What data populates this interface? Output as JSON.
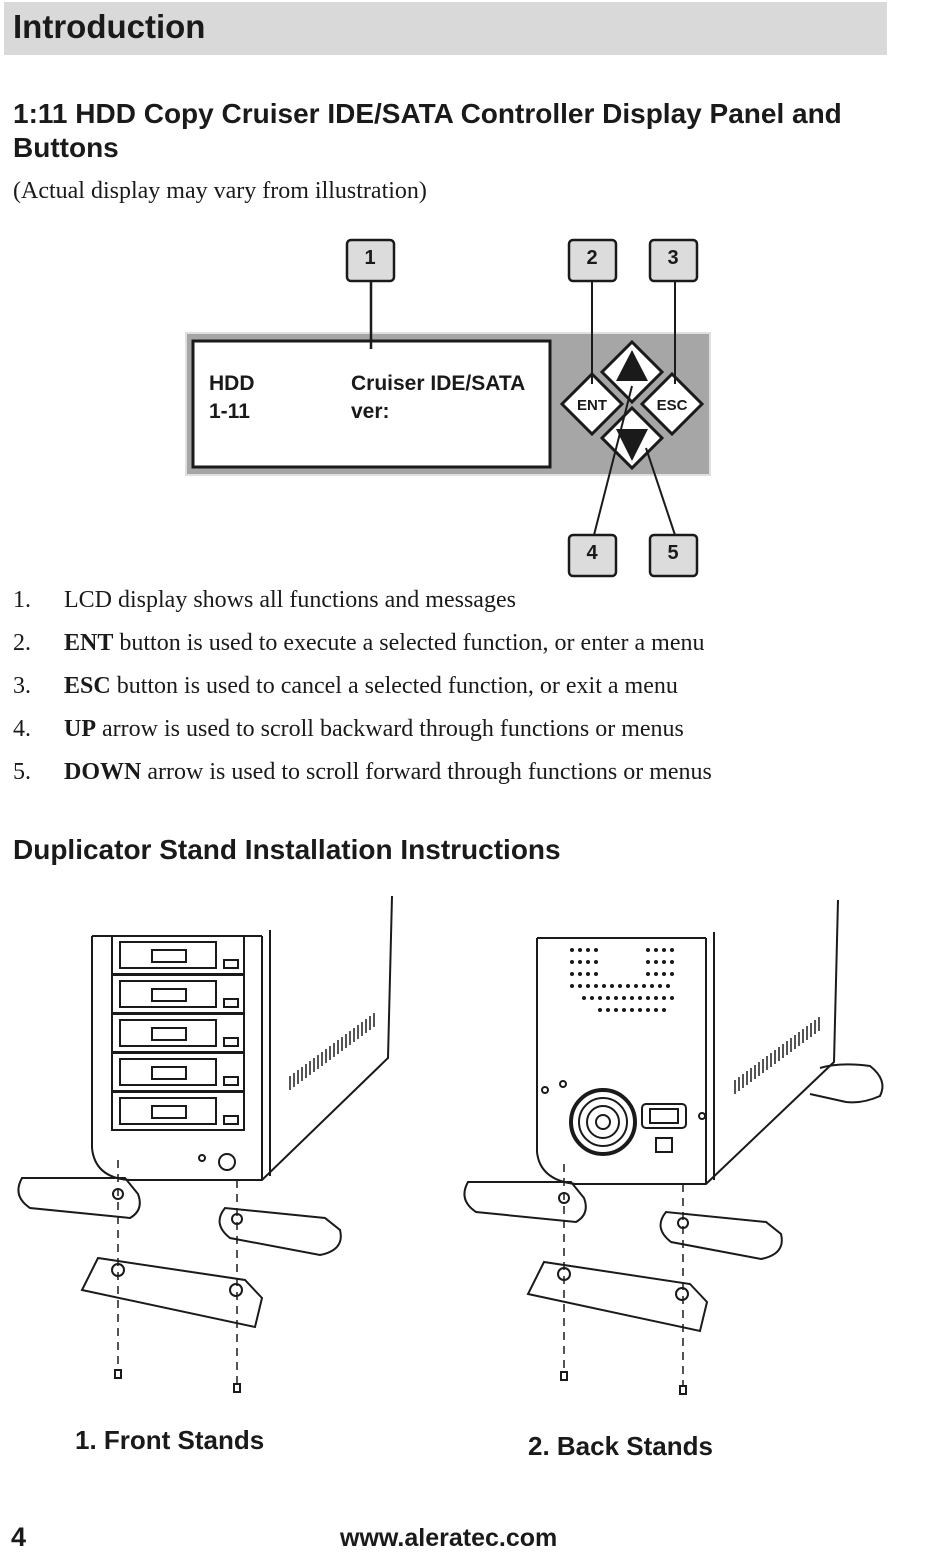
{
  "header": {
    "title": "Introduction"
  },
  "section1": {
    "title": "1:11 HDD Copy Cruiser IDE/SATA Controller Display Panel and Buttons",
    "subtitle": "(Actual display may vary from illustration)"
  },
  "panel": {
    "callouts": [
      "1",
      "2",
      "3",
      "4",
      "5"
    ],
    "lcd_line1_left": "HDD",
    "lcd_line1_right": "Cruiser IDE/SATA",
    "lcd_line2_left": "1-11",
    "lcd_line2_right": "ver:",
    "ent_label": "ENT",
    "esc_label": "ESC"
  },
  "items": [
    {
      "num": "1.",
      "bold": "",
      "text": "LCD display shows all functions and messages"
    },
    {
      "num": "2.",
      "bold": "ENT",
      "text": " button is used to execute a selected function, or enter a menu"
    },
    {
      "num": "3.",
      "bold": "ESC",
      "text": " button is used to cancel a selected function, or exit a menu"
    },
    {
      "num": "4.",
      "bold": "UP",
      "text": " arrow is used to scroll backward through functions or menus"
    },
    {
      "num": "5.",
      "bold": "DOWN",
      "text": " arrow is used to scroll forward through functions or menus"
    }
  ],
  "section2": {
    "title": "Duplicator Stand Installation Instructions"
  },
  "captions": {
    "front": "1. Front Stands",
    "back": "2. Back Stands"
  },
  "footer": {
    "page": "4",
    "url": "www.aleratec.com"
  }
}
